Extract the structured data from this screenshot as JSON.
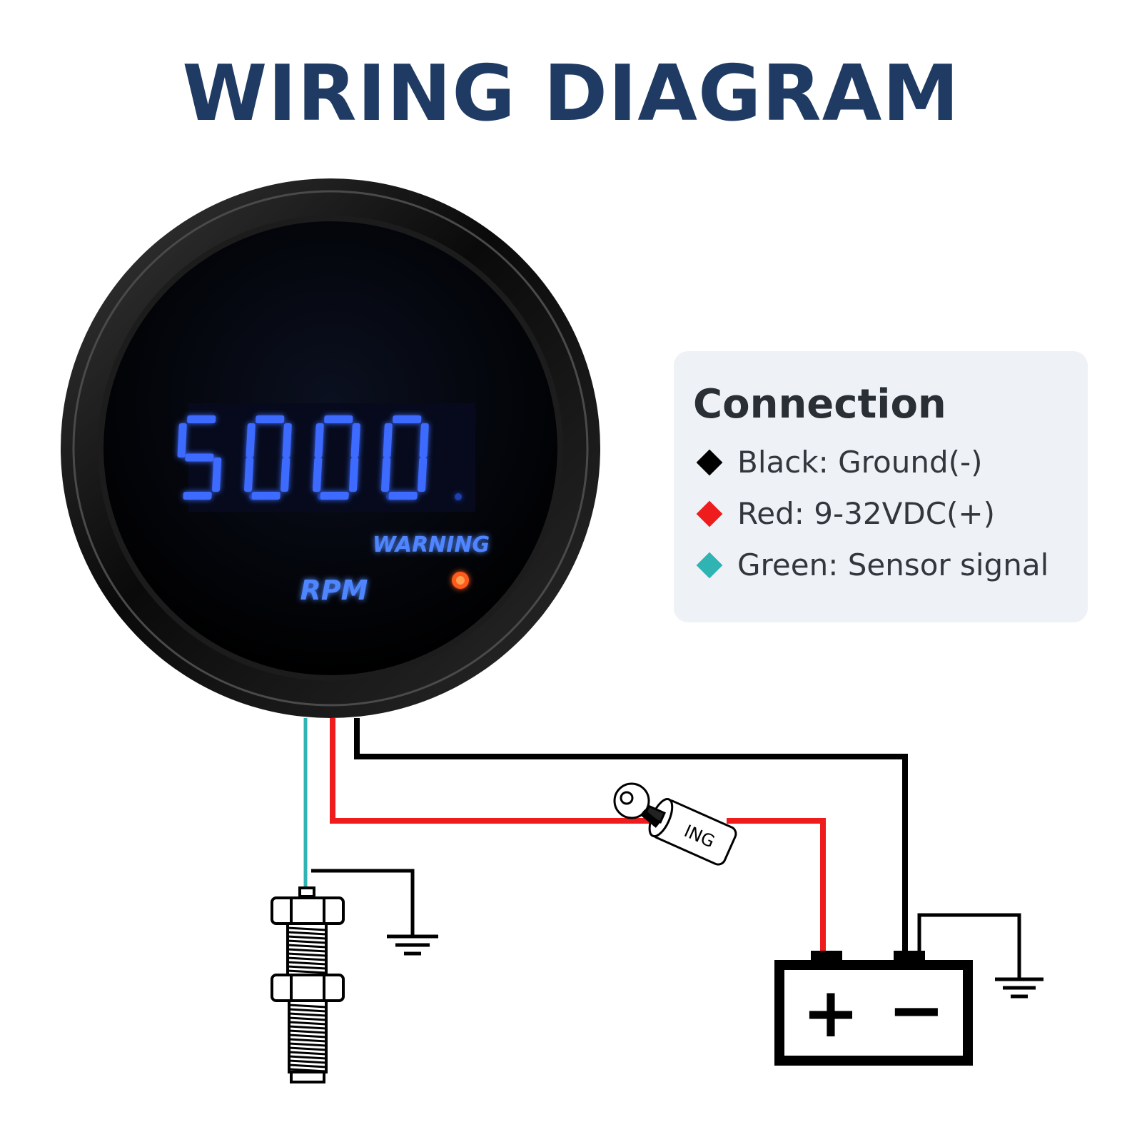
{
  "title": "WIRING DIAGRAM",
  "gauge": {
    "reading": "5000",
    "unit": "RPM",
    "warning_label": "WARNING",
    "display_color": "#3c6bff",
    "warning_led_color": "#ff5a1a"
  },
  "connection": {
    "title": "Connection",
    "items": [
      {
        "label": "Black: Ground(-)",
        "color": "#000000"
      },
      {
        "label": "Red: 9-32VDC(+)",
        "color": "#ee1c1c"
      },
      {
        "label": "Green: Sensor signal",
        "color": "#2fb3b3"
      }
    ]
  },
  "ignition_label": "ING",
  "battery": {
    "positive": "+",
    "negative": "−"
  },
  "wire_colors": {
    "black": "#000000",
    "red": "#ee1c1c",
    "green": "#2fb3b3"
  }
}
